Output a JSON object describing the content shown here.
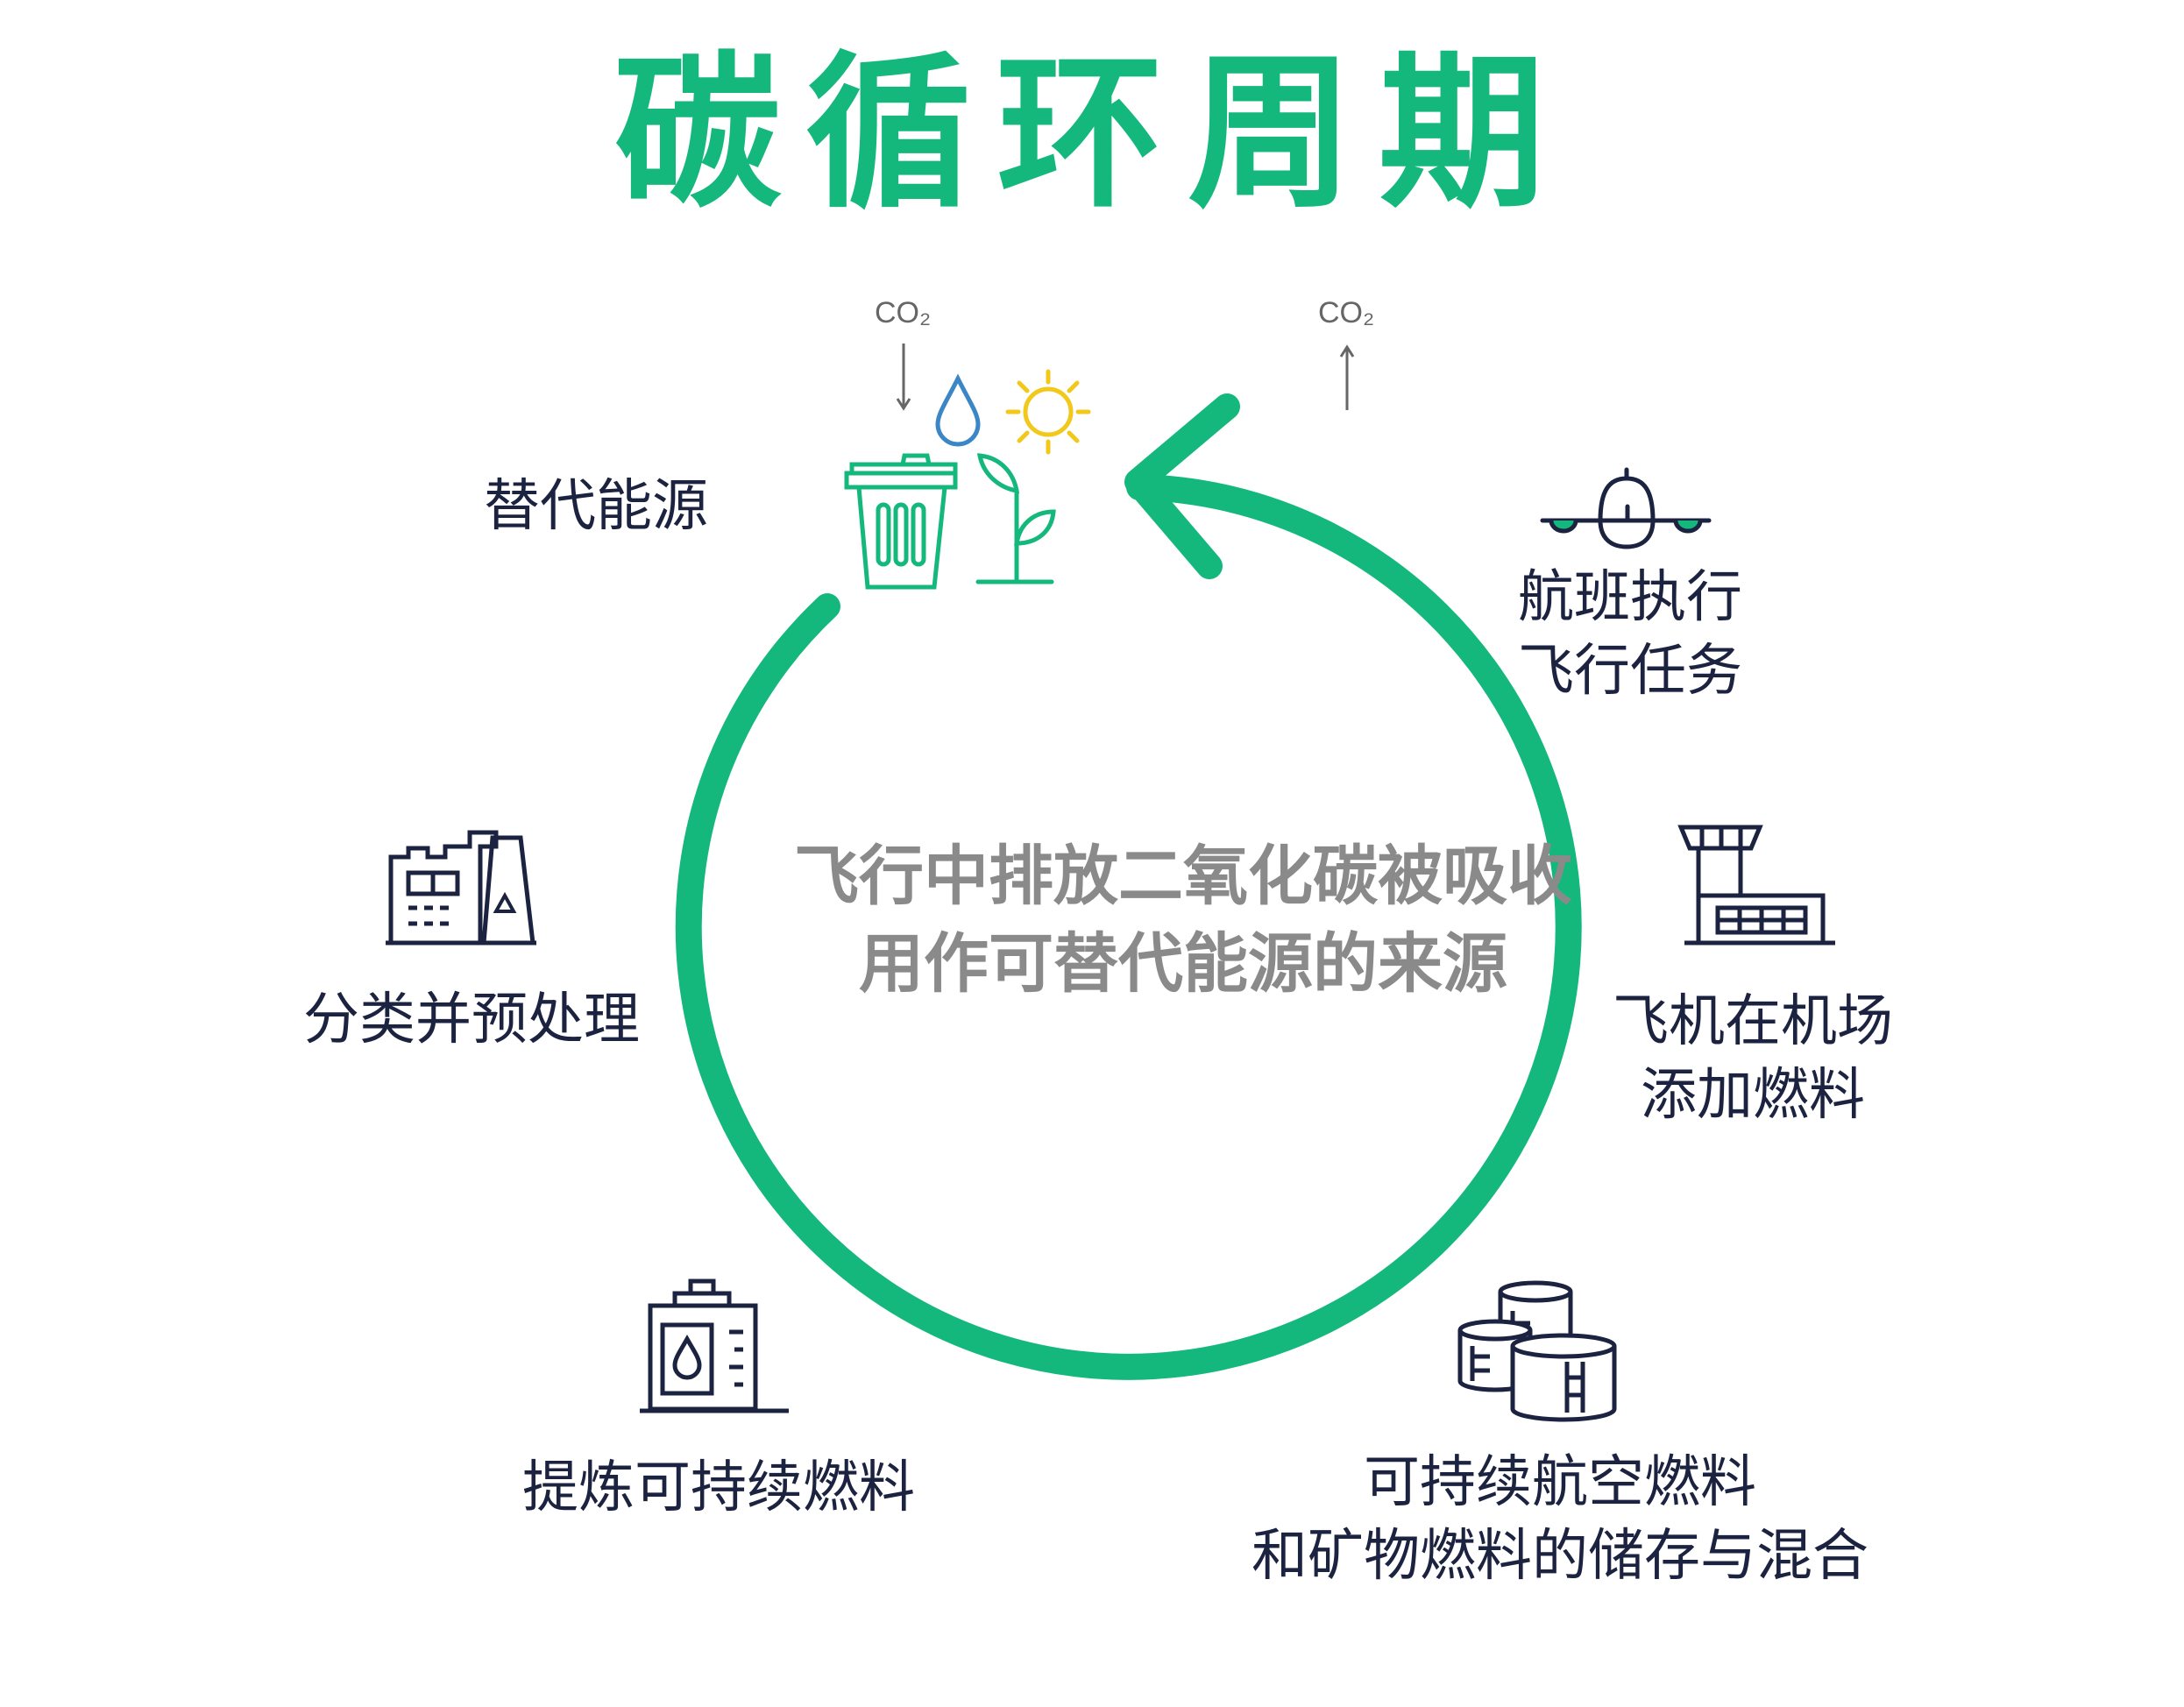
{
  "title": "碳循环周期",
  "colors": {
    "accent": "#14b87c",
    "dark": "#1c2340",
    "center": "#8a8a8a",
    "water": "#3b86c6",
    "sun": "#f2c81b"
  },
  "co2": {
    "left": "CO₂",
    "right": "CO₂"
  },
  "center": {
    "line1": "飞行中排放二氧化碳被吸收",
    "line2": "用作可替代能源的来源"
  },
  "stages": {
    "alt_energy": {
      "line1": "替代能源",
      "icons": [
        "trash-bin-icon",
        "water-drop-icon",
        "sun-icon",
        "sprout-icon"
      ]
    },
    "flight": {
      "line1": "航班执行",
      "line2": "飞行任务",
      "icon": "airplane-icon"
    },
    "airport": {
      "line1": "飞机在机场",
      "line2": "添加燃料",
      "icon": "airport-tower-icon"
    },
    "storage": {
      "line1": "可持续航空燃料",
      "line2": "和矿物燃料的储存与混合",
      "icon": "fuel-tanks-icon"
    },
    "refine": {
      "line1": "提炼可持续燃料",
      "icon": "refinery-icon"
    },
    "sort": {
      "line1": "分类并预处理",
      "icon": "recycling-factory-icon"
    }
  }
}
